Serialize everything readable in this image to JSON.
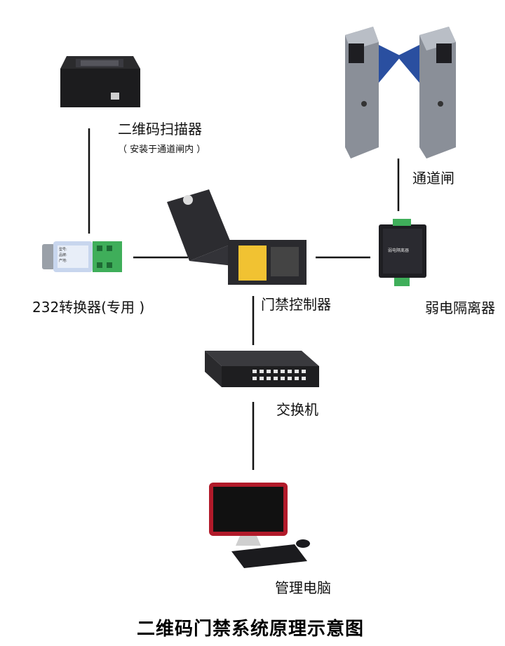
{
  "nodes": {
    "scanner": {
      "label": "二维码扫描器",
      "note": "（ 安装于通道闸内 ）"
    },
    "gate": {
      "label": "通道闸"
    },
    "converter": {
      "label": "232转换器(专用 )",
      "device_text": [
        "型号:",
        "品牌:",
        "产地:"
      ]
    },
    "controller": {
      "label": "门禁控制器"
    },
    "isolator": {
      "label": "弱电隔离器",
      "device_text": [
        "弱电隔离器"
      ]
    },
    "switch": {
      "label": "交换机"
    },
    "computer": {
      "label": "管理电脑"
    }
  },
  "footer": {
    "title": "二维码门禁系统原理示意图"
  },
  "colors": {
    "line": "#111111",
    "gate_body": "#8a8f98",
    "gate_wing": "#2a4fa0",
    "converter_terminal": "#3fae5a",
    "computer_accent": "#b11a2a"
  }
}
